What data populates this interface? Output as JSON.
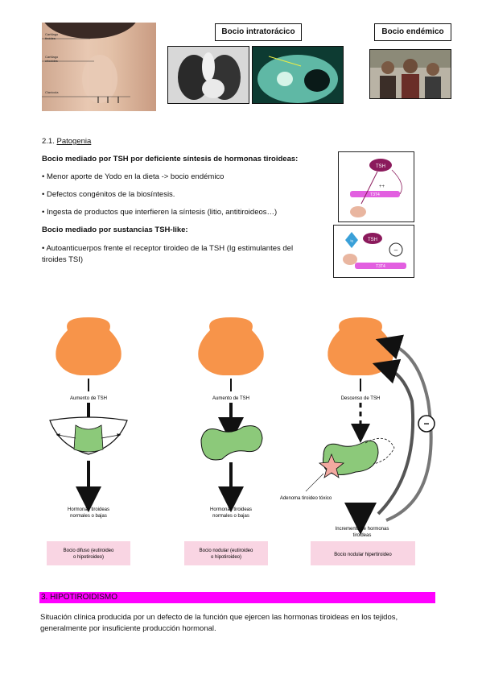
{
  "photos": {
    "neck_labels": [
      "Cartílago tiroides",
      "Cartílago cricoides",
      "Clavícula"
    ],
    "intrathoracic_label": "Bocio intratorácico",
    "endemic_label": "Bocio endémico"
  },
  "section_2_1": {
    "number": "2.1.",
    "title": "Patogenia",
    "heading1": "Bocio mediado por TSH por deficiente síntesis de hormonas tiroideas:",
    "bullets1": [
      "• Menor aporte de Yodo en la dieta -> bocio endémico",
      "• Defectos congénitos de la biosíntesis.",
      "• Ingesta de productos que interfieren la síntesis (litio, antitiroideos…)"
    ],
    "heading2": "Bocio mediado por sustancias TSH-like:",
    "bullet2_line1": "• Autoanticuerpos frente el receptor tiroideo de la TSH (Ig estimulantes del",
    "bullet2_line2": "tiroides TSI)"
  },
  "mini_diagrams": {
    "tsh": "TSH",
    "t3t4": "T3T4",
    "plus": "++",
    "ig": "Ig",
    "minus": "–"
  },
  "mechanism_diagram": {
    "col1": {
      "arrow_label": "Aumento de TSH",
      "output": [
        "Hormonas tiroideas",
        "normales o bajas"
      ],
      "box": [
        "Bocio difuso (eutiroideo",
        "o hipotiroideo)"
      ]
    },
    "col2": {
      "arrow_label": "Aumento de TSH",
      "output": [
        "Hormonas tiroideas",
        "normales o bajas"
      ],
      "box": [
        "Bocio nodular (eutiroideo",
        "o hipotiroideo)"
      ]
    },
    "col3": {
      "arrow_label": "Descenso de TSH",
      "adenoma_label": "Adenoma tiroideo tóxico",
      "output": [
        "Incremento de hormonas",
        "tiroideas"
      ],
      "box": [
        "Bocio nodular hipertiroideo"
      ],
      "feedback_sign": "−"
    }
  },
  "section_3": {
    "title": "3. HIPOTIROIDISMO",
    "text_line1": "Situación clínica producida por un defecto de la función que ejercen las hormonas tiroideas en los tejidos,",
    "text_line2": "generalmente por insuficiente producción hormonal."
  },
  "colors": {
    "magenta": "#ff00ff",
    "orange": "#f7944a",
    "green": "#8cc97a",
    "pink_box": "#f9d5e3",
    "tsh_purple": "#8b1a5c",
    "t3t4_pink": "#e25fe0"
  }
}
